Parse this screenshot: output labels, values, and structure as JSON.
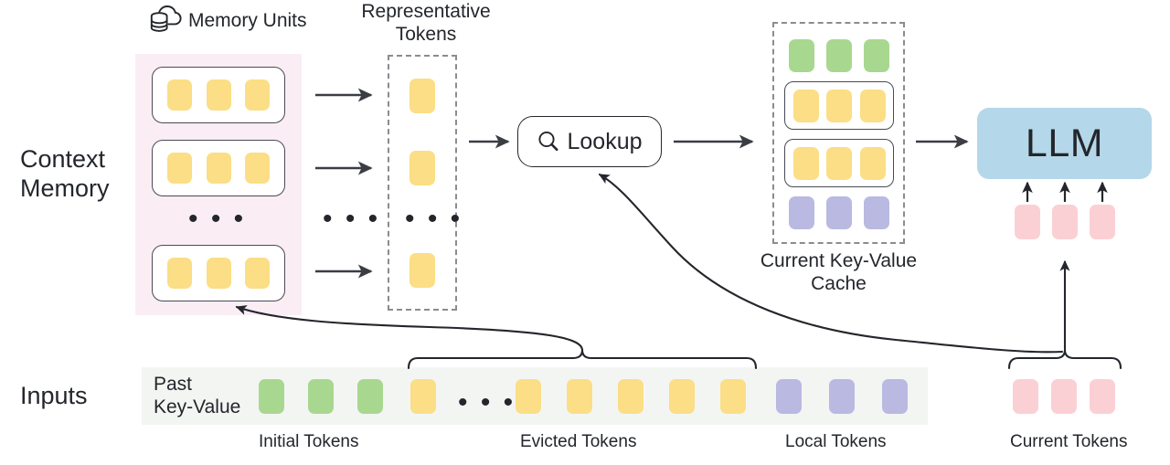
{
  "diagram": {
    "title_labels": {
      "memory_units": "Memory Units",
      "representative_tokens_line1": "Representative",
      "representative_tokens_line2": "Tokens",
      "current_kv_cache_line1": "Current Key-Value",
      "current_kv_cache_line2": "Cache"
    },
    "row_labels": {
      "context_memory_line1": "Context",
      "context_memory_line2": "Memory",
      "inputs": "Inputs"
    },
    "inputs_row": {
      "past_kv_line1": "Past",
      "past_kv_line2": "Key-Value",
      "group_labels": {
        "initial": "Initial Tokens",
        "evicted": "Evicted Tokens",
        "local": "Local Tokens",
        "current": "Current Tokens"
      },
      "tokens": [
        {
          "type": "green"
        },
        {
          "type": "green"
        },
        {
          "type": "green"
        },
        {
          "type": "yellow"
        },
        {
          "type": "ellipsis"
        },
        {
          "type": "yellow"
        },
        {
          "type": "yellow"
        },
        {
          "type": "yellow"
        },
        {
          "type": "yellow"
        },
        {
          "type": "yellow"
        },
        {
          "type": "purple"
        },
        {
          "type": "purple"
        },
        {
          "type": "purple"
        }
      ],
      "current_tokens": [
        {
          "type": "pink"
        },
        {
          "type": "pink"
        },
        {
          "type": "pink"
        }
      ]
    },
    "context_memory": {
      "units": [
        {
          "tokens": [
            "yellow",
            "yellow",
            "yellow"
          ]
        },
        {
          "tokens": [
            "yellow",
            "yellow",
            "yellow"
          ]
        },
        {
          "tokens": [
            "yellow",
            "yellow",
            "yellow"
          ]
        }
      ],
      "ellipsis": "• • •"
    },
    "representative_tokens": {
      "tokens": [
        "yellow",
        "yellow",
        "yellow"
      ],
      "ellipsis": "• • •"
    },
    "arrow_column_ellipsis": "• • •",
    "lookup": {
      "label": "Lookup",
      "icon": "magnifier-icon"
    },
    "kv_cache": {
      "rows": [
        {
          "boxed": false,
          "tokens": [
            "green",
            "green",
            "green"
          ]
        },
        {
          "boxed": true,
          "tokens": [
            "yellow",
            "yellow",
            "yellow"
          ]
        },
        {
          "boxed": true,
          "tokens": [
            "yellow",
            "yellow",
            "yellow"
          ]
        },
        {
          "boxed": false,
          "tokens": [
            "purple",
            "purple",
            "purple"
          ]
        }
      ]
    },
    "llm": {
      "label": "LLM"
    },
    "colors": {
      "yellow": "#fbde85",
      "green": "#a8d88f",
      "purple": "#b9b9e1",
      "pink": "#fbd0d4",
      "blue": "#b4d7ea",
      "context_memory_bg": "#faedf4",
      "inputs_bg": "#f3f5f3",
      "stroke": "#23262b",
      "dashed_stroke": "#8b8b93"
    }
  }
}
